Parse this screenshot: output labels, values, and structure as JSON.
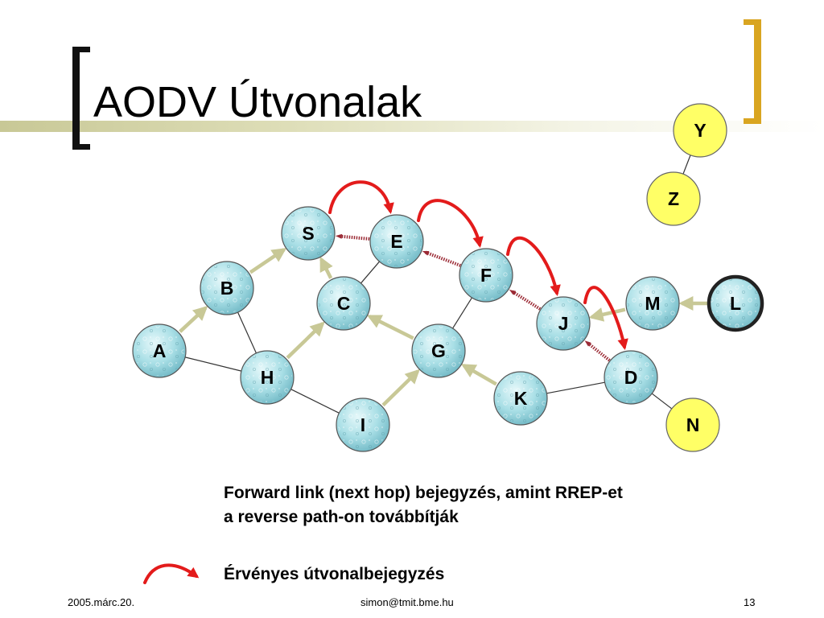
{
  "slide": {
    "title": "AODV Útvonalak",
    "description_line1": "Forward link (next hop) bejegyzés, amint RREP-et",
    "description_line2": "a reverse path-on továbbítják",
    "legend_label": "Érvényes útvonalbejegyzés",
    "footer_date": "2005.márc.20.",
    "footer_email": "simon@tmit.bme.hu",
    "footer_page": "13"
  },
  "colors": {
    "forward_link": "#e31b1b",
    "reverse_path": "#c8c896",
    "link": "#333333",
    "rrep": "#9b2a35",
    "node_fill": "#a9dfe6",
    "node_stroke": "#555555",
    "highlight_fill": "#ffff66",
    "accent_bracket": "#d9a521"
  },
  "diagram": {
    "nodes": [
      {
        "id": "S",
        "label": "S",
        "style": "normal"
      },
      {
        "id": "E",
        "label": "E",
        "style": "normal"
      },
      {
        "id": "F",
        "label": "F",
        "style": "normal"
      },
      {
        "id": "B",
        "label": "B",
        "style": "normal"
      },
      {
        "id": "C",
        "label": "C",
        "style": "normal"
      },
      {
        "id": "A",
        "label": "A",
        "style": "normal"
      },
      {
        "id": "G",
        "label": "G",
        "style": "normal"
      },
      {
        "id": "H",
        "label": "H",
        "style": "normal"
      },
      {
        "id": "I",
        "label": "I",
        "style": "normal"
      },
      {
        "id": "J",
        "label": "J",
        "style": "normal"
      },
      {
        "id": "K",
        "label": "K",
        "style": "normal"
      },
      {
        "id": "D",
        "label": "D",
        "style": "normal"
      },
      {
        "id": "M",
        "label": "M",
        "style": "normal"
      },
      {
        "id": "L",
        "label": "L",
        "style": "bold-border"
      },
      {
        "id": "N",
        "label": "N",
        "style": "yellow"
      },
      {
        "id": "Y",
        "label": "Y",
        "style": "yellow"
      },
      {
        "id": "Z",
        "label": "Z",
        "style": "yellow"
      }
    ],
    "links": [
      [
        "E",
        "C"
      ],
      [
        "F",
        "G"
      ],
      [
        "B",
        "H"
      ],
      [
        "A",
        "H"
      ],
      [
        "H",
        "I"
      ],
      [
        "K",
        "D"
      ],
      [
        "D",
        "N"
      ],
      [
        "Y",
        "Z"
      ]
    ],
    "reverse_path": [
      [
        "A",
        "B"
      ],
      [
        "B",
        "S"
      ],
      [
        "C",
        "S"
      ],
      [
        "H",
        "C"
      ],
      [
        "G",
        "C"
      ],
      [
        "I",
        "G"
      ],
      [
        "K",
        "G"
      ],
      [
        "M",
        "J"
      ],
      [
        "L",
        "M"
      ]
    ],
    "rrep": [
      [
        "E",
        "S"
      ],
      [
        "F",
        "E"
      ],
      [
        "J",
        "F"
      ],
      [
        "D",
        "J"
      ]
    ],
    "forward_links": [
      [
        "S",
        "E"
      ],
      [
        "E",
        "F"
      ],
      [
        "F",
        "J"
      ],
      [
        "J",
        "D"
      ]
    ]
  }
}
